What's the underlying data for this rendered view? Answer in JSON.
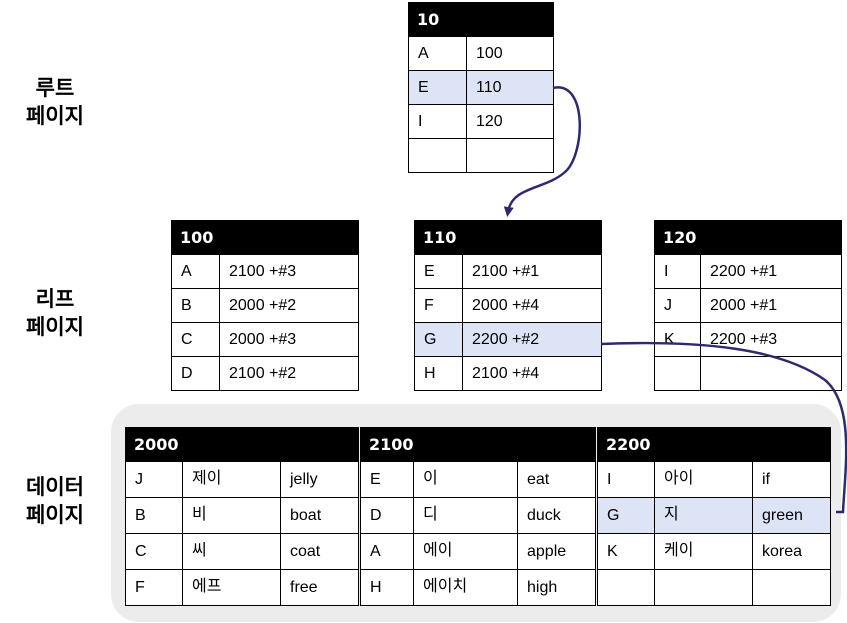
{
  "labels": {
    "root": [
      "루트",
      "페이지"
    ],
    "leaf": [
      "리프",
      "페이지"
    ],
    "data": [
      "데이터",
      "페이지"
    ]
  },
  "colors": {
    "highlight": "#dde4f6",
    "arrow": "#2e2a6e",
    "header": "#000000",
    "data_area": "#ececec"
  },
  "root_page": {
    "header": "10",
    "rows": [
      [
        "A",
        "100"
      ],
      [
        "E",
        "110"
      ],
      [
        "I",
        "120"
      ],
      [
        "",
        ""
      ]
    ]
  },
  "leaf_pages": [
    {
      "header": "100",
      "rows": [
        [
          "A",
          "2100 +#3"
        ],
        [
          "B",
          "2000 +#2"
        ],
        [
          "C",
          "2000 +#3"
        ],
        [
          "D",
          "2100 +#2"
        ]
      ]
    },
    {
      "header": "110",
      "rows": [
        [
          "E",
          "2100 +#1"
        ],
        [
          "F",
          "2000 +#4"
        ],
        [
          "G",
          "2200 +#2"
        ],
        [
          "H",
          "2100 +#4"
        ]
      ]
    },
    {
      "header": "120",
      "rows": [
        [
          "I",
          "2200 +#1"
        ],
        [
          "J",
          "2000 +#1"
        ],
        [
          "K",
          "2200 +#3"
        ],
        [
          "",
          ""
        ]
      ]
    }
  ],
  "data_pages": [
    {
      "header": "2000",
      "rows": [
        [
          "J",
          "제이",
          "jelly"
        ],
        [
          "B",
          "비",
          "boat"
        ],
        [
          "C",
          "씨",
          "coat"
        ],
        [
          "F",
          "에프",
          "free"
        ]
      ]
    },
    {
      "header": "2100",
      "rows": [
        [
          "E",
          "이",
          "eat"
        ],
        [
          "D",
          "디",
          "duck"
        ],
        [
          "A",
          "에이",
          "apple"
        ],
        [
          "H",
          "에이치",
          "high"
        ]
      ]
    },
    {
      "header": "2200",
      "rows": [
        [
          "I",
          "아이",
          "if"
        ],
        [
          "G",
          "지",
          "green"
        ],
        [
          "K",
          "케이",
          "korea"
        ],
        [
          "",
          "",
          ""
        ]
      ]
    }
  ]
}
